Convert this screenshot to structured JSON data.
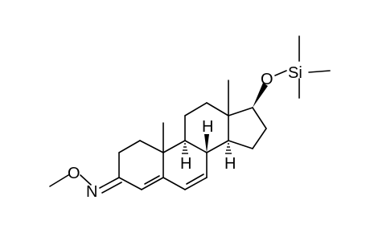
{
  "atoms": {
    "o_ether": "O",
    "n_oxime": "N",
    "o_silyl": "O",
    "si": "Si",
    "h_c9": "H",
    "h_c8": "H",
    "h_c14": "H"
  }
}
